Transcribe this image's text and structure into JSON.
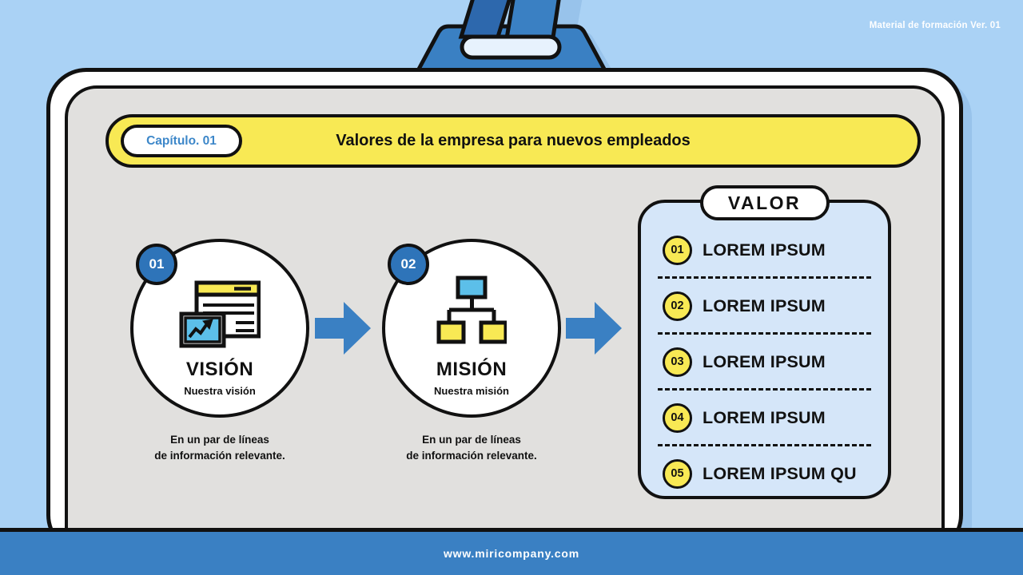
{
  "colors": {
    "bg": "#aad2f5",
    "shadow_blue": "#98c3eb",
    "blue": "#3a80c3",
    "blue_dark": "#2d68ad",
    "badge_blue": "#2e74b9",
    "chapter_blue": "#3d87c9",
    "yellow": "#f8e954",
    "gray_panel": "#e1e0de",
    "panel_blue": "#d5e6f9",
    "icon_blue": "#5cbfe9",
    "ink": "#111111"
  },
  "meta": {
    "version_label": "Material de formación Ver. 01"
  },
  "header": {
    "chapter": "Capítulo. 01",
    "title": "Valores de la empresa para nuevos empleados"
  },
  "steps": [
    {
      "number": "01",
      "title": "VISIÓN",
      "subtitle": "Nuestra visión",
      "icon": "browser-chart-icon",
      "description_line1": "En un par de líneas",
      "description_line2": "de información relevante."
    },
    {
      "number": "02",
      "title": "MISIÓN",
      "subtitle": "Nuestra misión",
      "icon": "org-chart-icon",
      "description_line1": "En un par de líneas",
      "description_line2": "de información relevante."
    }
  ],
  "valor_panel": {
    "title": "VALOR",
    "items": [
      {
        "number": "01",
        "label": "LOREM IPSUM"
      },
      {
        "number": "02",
        "label": "LOREM IPSUM"
      },
      {
        "number": "03",
        "label": "LOREM IPSUM"
      },
      {
        "number": "04",
        "label": "LOREM IPSUM"
      },
      {
        "number": "05",
        "label": "LOREM IPSUM QU"
      }
    ]
  },
  "footer": {
    "url": "www.miricompany.com"
  }
}
